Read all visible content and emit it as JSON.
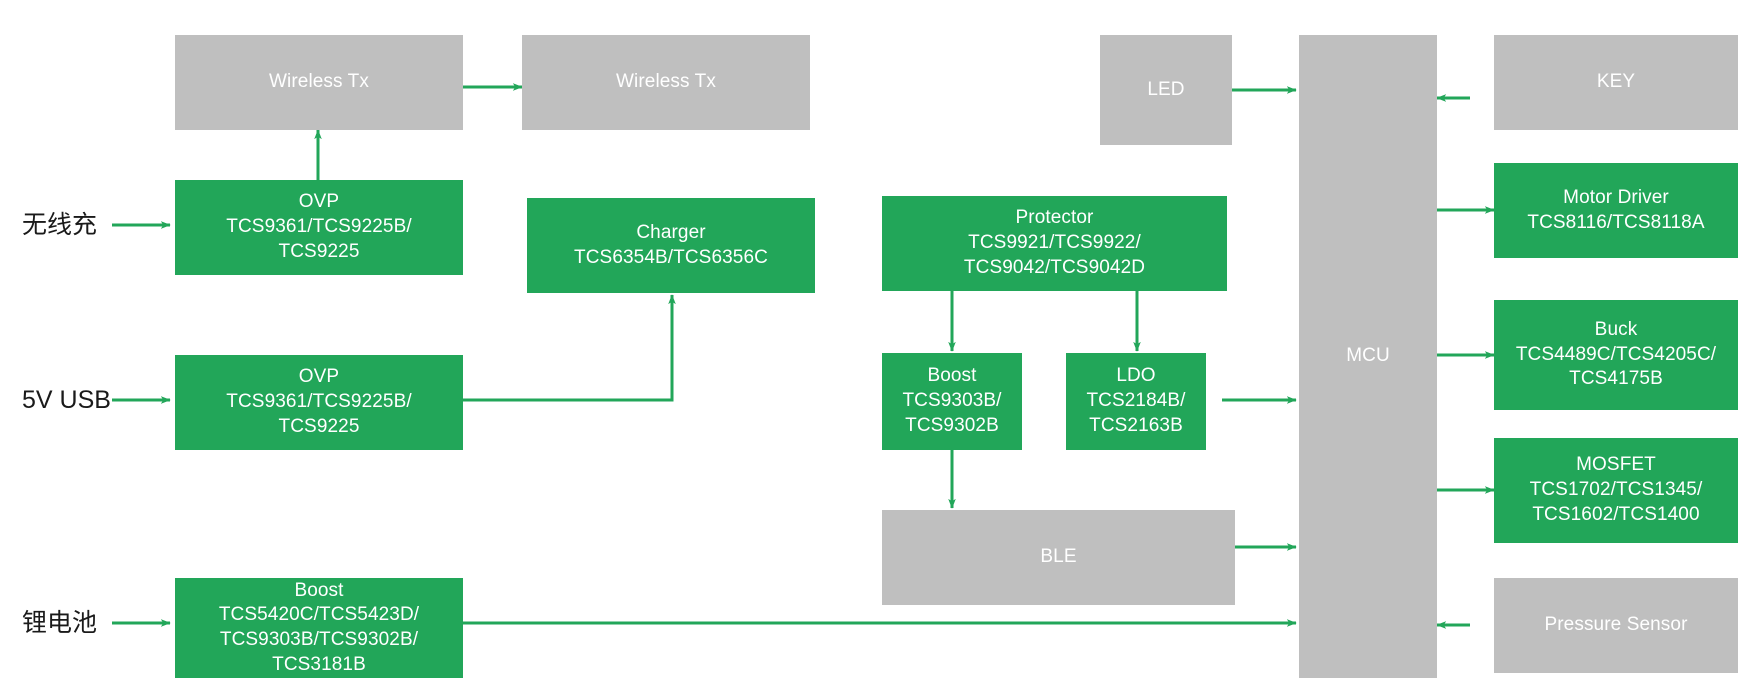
{
  "diagram": {
    "colors": {
      "green": "#22a659",
      "gray": "#bfbfbf",
      "wire": "#22a659",
      "label_text": "#1a1a1a",
      "box_text": "#ffffff",
      "background": "#ffffff"
    },
    "io_labels": [
      {
        "id": "wireless-charge",
        "text": "无线充"
      },
      {
        "id": "usb-5v",
        "text": "5V USB"
      },
      {
        "id": "li-battery",
        "text": "锂电池"
      }
    ],
    "blocks": [
      {
        "id": "wireless-tx-1",
        "kind": "gray",
        "title": "Wireless Tx",
        "parts": ""
      },
      {
        "id": "wireless-tx-2",
        "kind": "gray",
        "title": "Wireless Tx",
        "parts": ""
      },
      {
        "id": "ovp-1",
        "kind": "green",
        "title": "OVP",
        "parts": "TCS9361/TCS9225B/\nTCS9225"
      },
      {
        "id": "ovp-2",
        "kind": "green",
        "title": "OVP",
        "parts": "TCS9361/TCS9225B/\nTCS9225"
      },
      {
        "id": "charger",
        "kind": "green",
        "title": "Charger",
        "parts": "TCS6354B/TCS6356C"
      },
      {
        "id": "protector",
        "kind": "green",
        "title": "Protector",
        "parts": "TCS9921/TCS9922/\nTCS9042/TCS9042D"
      },
      {
        "id": "boost-mid",
        "kind": "green",
        "title": "Boost",
        "parts": "TCS9303B/\nTCS9302B"
      },
      {
        "id": "ldo",
        "kind": "green",
        "title": "LDO",
        "parts": "TCS2184B/\nTCS2163B"
      },
      {
        "id": "ble",
        "kind": "gray",
        "title": "BLE",
        "parts": ""
      },
      {
        "id": "boost-battery",
        "kind": "green",
        "title": "Boost",
        "parts": "TCS5420C/TCS5423D/\nTCS9303B/TCS9302B/\nTCS3181B"
      },
      {
        "id": "led",
        "kind": "gray",
        "title": "LED",
        "parts": ""
      },
      {
        "id": "mcu",
        "kind": "gray",
        "title": "MCU",
        "parts": ""
      },
      {
        "id": "key",
        "kind": "gray",
        "title": "KEY",
        "parts": ""
      },
      {
        "id": "motor-driver",
        "kind": "green",
        "title": "Motor Driver",
        "parts": "TCS8116/TCS8118A"
      },
      {
        "id": "buck",
        "kind": "green",
        "title": "Buck",
        "parts": "TCS4489C/TCS4205C/\nTCS4175B"
      },
      {
        "id": "mosfet",
        "kind": "green",
        "title": "MOSFET",
        "parts": "TCS1702/TCS1345/\nTCS1602/TCS1400"
      },
      {
        "id": "pressure-sensor",
        "kind": "gray",
        "title": "Pressure Sensor",
        "parts": ""
      }
    ],
    "connections": [
      {
        "from": "wireless-tx-1",
        "to": "wireless-tx-2",
        "direction": "right"
      },
      {
        "from": "ovp-1",
        "to": "wireless-tx-1",
        "direction": "up"
      },
      {
        "from": "wireless-charge-label",
        "to": "ovp-1",
        "direction": "right"
      },
      {
        "from": "usb-5v-label",
        "to": "ovp-2",
        "direction": "right"
      },
      {
        "from": "ovp-2",
        "to": "charger",
        "direction": "up"
      },
      {
        "from": "protector",
        "to": "boost-mid",
        "direction": "down"
      },
      {
        "from": "protector",
        "to": "ldo",
        "direction": "down"
      },
      {
        "from": "boost-mid",
        "to": "ble",
        "direction": "down"
      },
      {
        "from": "ldo",
        "to": "mcu",
        "direction": "right"
      },
      {
        "from": "ble",
        "to": "mcu",
        "direction": "right"
      },
      {
        "from": "li-battery-label",
        "to": "boost-battery",
        "direction": "right"
      },
      {
        "from": "boost-battery",
        "to": "mcu",
        "direction": "right"
      },
      {
        "from": "led",
        "to": "mcu",
        "direction": "right"
      },
      {
        "from": "key",
        "to": "mcu",
        "direction": "left"
      },
      {
        "from": "mcu",
        "to": "motor-driver",
        "direction": "right"
      },
      {
        "from": "mcu",
        "to": "buck",
        "direction": "right"
      },
      {
        "from": "mcu",
        "to": "mosfet",
        "direction": "right"
      },
      {
        "from": "pressure-sensor",
        "to": "mcu",
        "direction": "left"
      }
    ]
  }
}
